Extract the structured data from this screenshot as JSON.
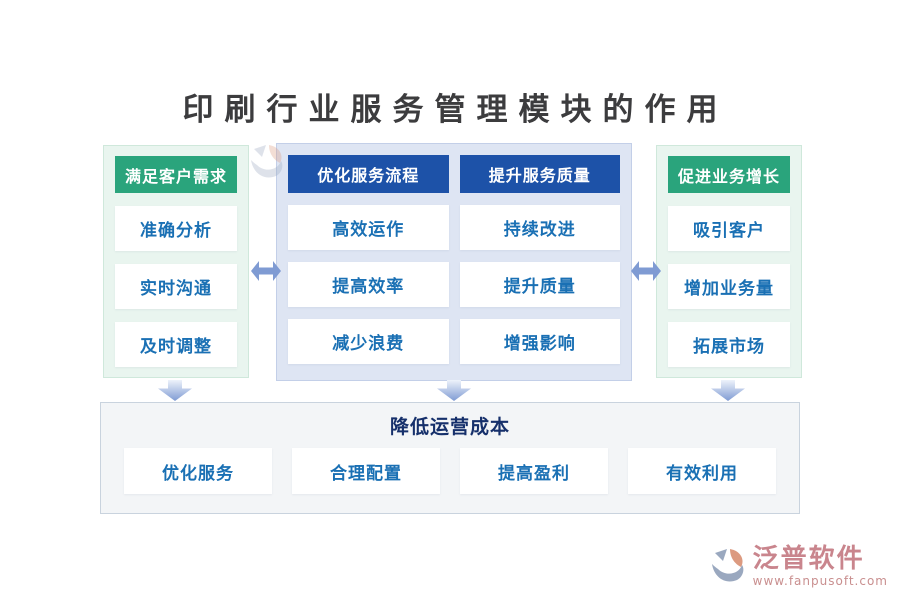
{
  "title": "印刷行业服务管理模块的作用",
  "panels": {
    "left": {
      "header": "满足客户需求",
      "items": [
        "准确分析",
        "实时沟通",
        "及时调整"
      ]
    },
    "center": {
      "columns": [
        {
          "header": "优化服务流程",
          "items": [
            "高效运作",
            "提高效率",
            "减少浪费"
          ]
        },
        {
          "header": "提升服务质量",
          "items": [
            "持续改进",
            "提升质量",
            "增强影响"
          ]
        }
      ]
    },
    "right": {
      "header": "促进业务增长",
      "items": [
        "吸引客户",
        "增加业务量",
        "拓展市场"
      ]
    },
    "bottom": {
      "header": "降低运营成本",
      "items": [
        "优化服务",
        "合理配置",
        "提高盈利",
        "有效利用"
      ]
    }
  },
  "footer": {
    "brand": "泛普软件",
    "url": "www.fanpusoft.com"
  },
  "colors": {
    "green_header": "#2aa47c",
    "blue_header": "#1d52a8",
    "item_text": "#1a70b4",
    "bottom_title": "#16306b",
    "arrow": "#7f9bd3",
    "brand": "#c9858d"
  }
}
